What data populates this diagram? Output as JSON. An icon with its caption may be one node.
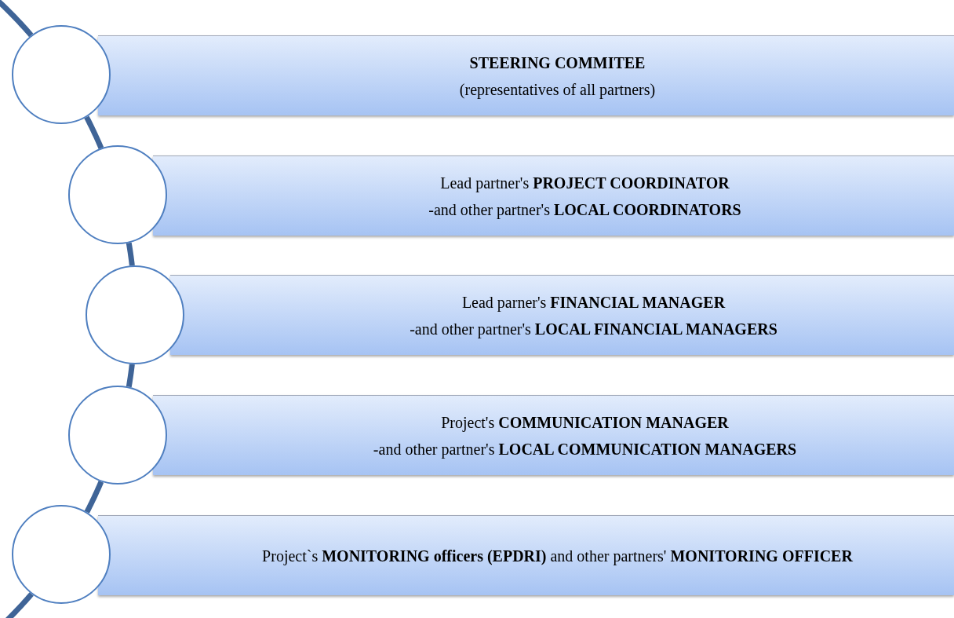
{
  "diagram": {
    "nodes": [
      {
        "text": [
          "STEERING COMMITEE",
          "(representatives of all partners)"
        ]
      },
      {
        "text": [
          "Lead partner's **PROJECT COORDINATOR**",
          "-and other partner's **LOCAL COORDINATORS**"
        ]
      },
      {
        "text": [
          "Lead parner's **FINANCIAL MANAGER**",
          "-and other partner's **LOCAL FINANCIAL MANAGERS**"
        ]
      },
      {
        "text": [
          "Project's **COMMUNICATION MANAGER**",
          "-and other partner's **LOCAL COMMUNICATION MANAGERS**"
        ]
      },
      {
        "text": [
          "Project`s **MONITORING officers (EPDRI)** and other partners' **MONITORING OFFICER**"
        ]
      },
      {
        "text": [],
        "shape": "circle"
      },
      {
        "text": [],
        "shape": "circle"
      },
      {
        "text": [],
        "shape": "circle"
      },
      {
        "text": [],
        "shape": "circle"
      },
      {
        "text": [],
        "shape": "circle"
      }
    ],
    "edges": [
      {
        "from": null,
        "to": 5,
        "arrow": "none"
      },
      {
        "from": 5,
        "to": 6,
        "arrow": "none"
      },
      {
        "from": 6,
        "to": 7,
        "arrow": "none"
      },
      {
        "from": 7,
        "to": 8,
        "arrow": "none"
      },
      {
        "from": 8,
        "to": 9,
        "arrow": "none"
      },
      {
        "from": 9,
        "to": null,
        "arrow": "none"
      }
    ]
  }
}
